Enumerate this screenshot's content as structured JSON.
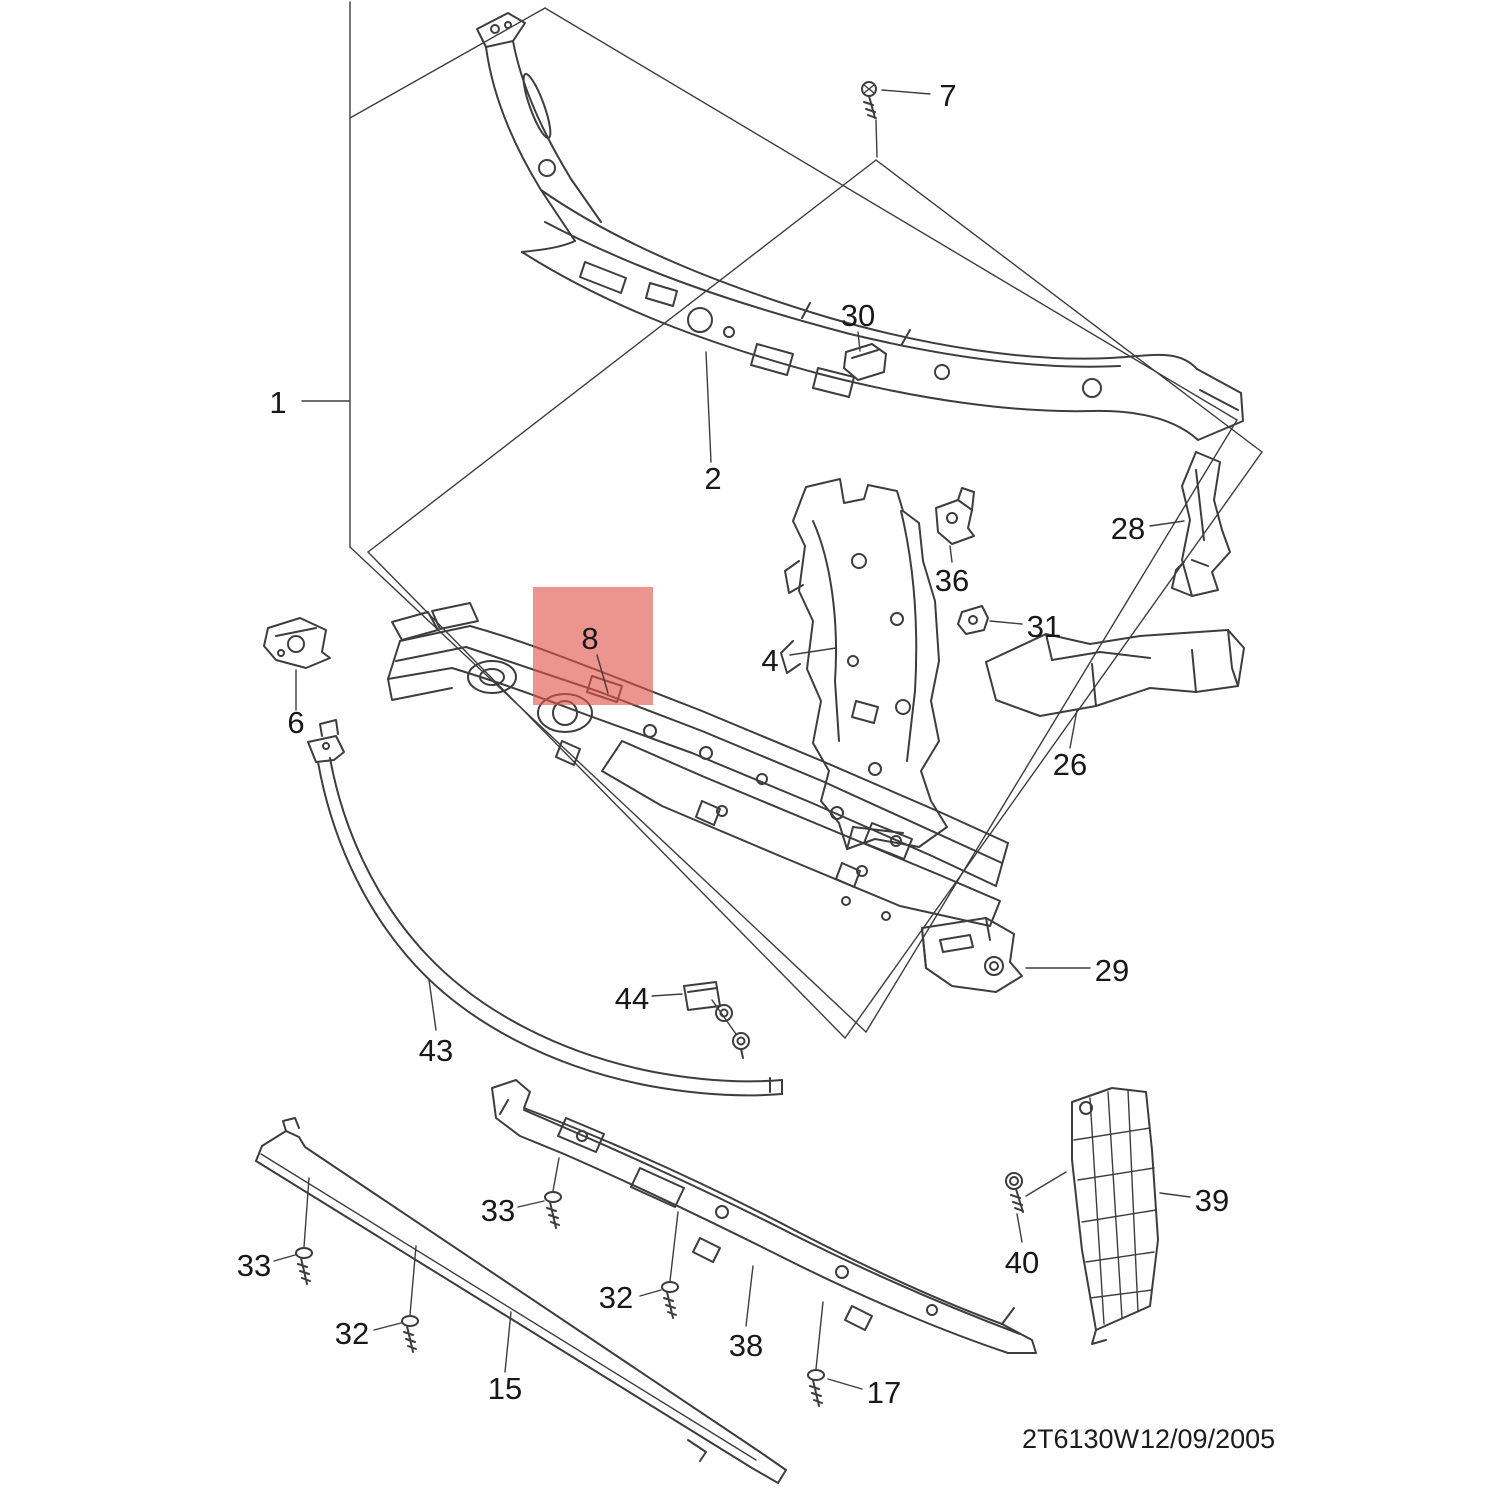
{
  "diagram": {
    "callouts": {
      "1": "1",
      "2": "2",
      "4": "4",
      "6": "6",
      "7": "7",
      "8": "8",
      "15": "15",
      "17": "17",
      "26": "26",
      "28": "28",
      "29": "29",
      "30": "30",
      "31": "31",
      "32": "32",
      "33": "33",
      "36": "36",
      "38": "38",
      "39": "39",
      "40": "40",
      "43": "43",
      "44": "44"
    },
    "highlight": {
      "color": "#e05348"
    },
    "footer": {
      "code": "2T6130W",
      "date": "12/09/2005"
    }
  }
}
